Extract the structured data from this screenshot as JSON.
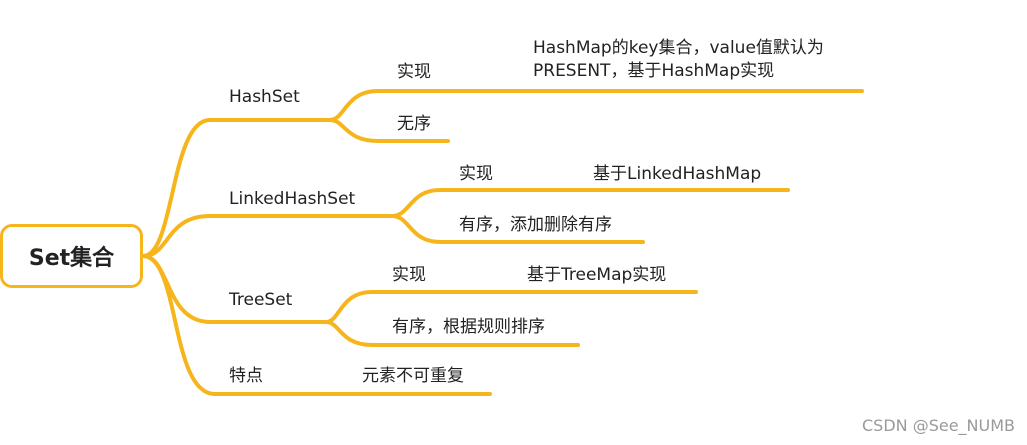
{
  "root": "Set集合",
  "branches": [
    {
      "label": "HashSet",
      "children": [
        {
          "label": "实现",
          "value": "HashMap的key集合，value值默认为\nPRESENT，基于HashMap实现"
        },
        {
          "label": "无序"
        }
      ]
    },
    {
      "label": "LinkedHashSet",
      "children": [
        {
          "label": "实现",
          "value": "基于LinkedHashMap"
        },
        {
          "label": "有序，添加删除有序"
        }
      ]
    },
    {
      "label": "TreeSet",
      "children": [
        {
          "label": "实现",
          "value": "基于TreeMap实现"
        },
        {
          "label": "有序，根据规则排序"
        }
      ]
    },
    {
      "label": "特点",
      "children": [
        {
          "label": "元素不可重复"
        }
      ]
    }
  ],
  "watermark": "CSDN @See_NUMB",
  "colors": {
    "edge": "#f7b51c",
    "text": "#222222"
  }
}
